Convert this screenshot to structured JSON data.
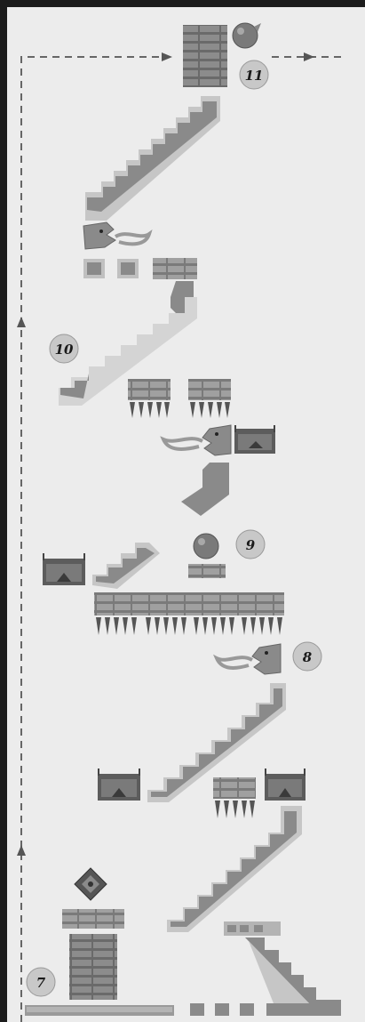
{
  "level_markers": [
    {
      "label": "11"
    },
    {
      "label": "10"
    },
    {
      "label": "9"
    },
    {
      "label": "8"
    },
    {
      "label": "7"
    }
  ],
  "colors": {
    "background": "#ececec",
    "frame": "#1c1c1c",
    "stair_dark": "#8a8a8a",
    "stair_light": "#c6c6c6",
    "brick": "#6a6a6a",
    "brick_mortar": "#9a9a9a",
    "spike": "#555555",
    "path_dashes": "#666666",
    "badge_fill": "#c8c8c8"
  },
  "path": {
    "style": "dashed",
    "arrows": [
      "up",
      "up",
      "right",
      "right"
    ]
  }
}
